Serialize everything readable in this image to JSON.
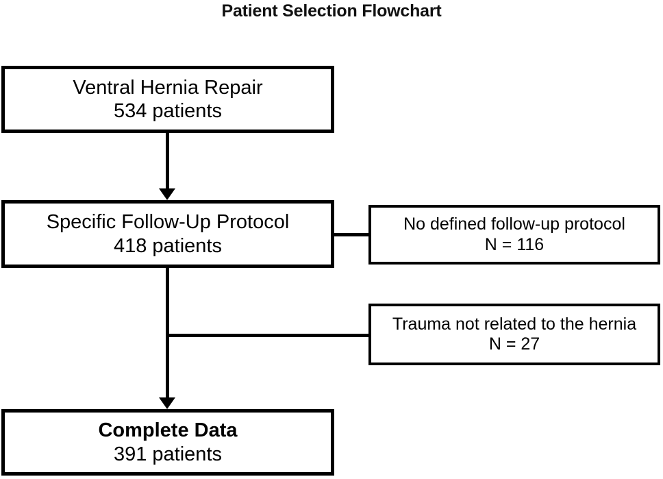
{
  "chart_data": {
    "type": "diagram",
    "title": "Patient Selection Flowchart",
    "nodes": [
      {
        "id": "n1",
        "line1": "Ventral Hernia Repair",
        "line2": "534 patients",
        "count": 534,
        "kind": "main"
      },
      {
        "id": "n2",
        "line1": "Specific Follow-Up Protocol",
        "line2": "418 patients",
        "count": 418,
        "kind": "main"
      },
      {
        "id": "e1",
        "line1": "No defined follow-up protocol",
        "line2": "N = 116",
        "count": 116,
        "kind": "exclusion"
      },
      {
        "id": "e2",
        "line1": "Trauma not related to the hernia",
        "line2": "N = 27",
        "count": 27,
        "kind": "exclusion"
      },
      {
        "id": "n3",
        "line1": "Complete Data",
        "line2": "391 patients",
        "count": 391,
        "kind": "main"
      }
    ],
    "edges": [
      {
        "from": "n1",
        "to": "n2",
        "arrow": true
      },
      {
        "from": "n2",
        "to": "e1",
        "arrow": false
      },
      {
        "from": "n2",
        "to": "e2",
        "arrow": false
      },
      {
        "from": "n2",
        "to": "n3",
        "arrow": true
      }
    ],
    "colors": {
      "stroke": "#000000",
      "fill": "#ffffff",
      "text": "#000000"
    }
  },
  "title": {
    "text": "Patient Selection Flowchart"
  },
  "nodes": {
    "enrolled": {
      "line1": "Ventral Hernia Repair",
      "line2": "534 patients"
    },
    "protocol": {
      "line1": "Specific Follow-Up Protocol",
      "line2": "418 patients"
    },
    "excluded_protocol": {
      "line1": "No defined follow-up protocol",
      "line2": "N = 116"
    },
    "excluded_trauma": {
      "line1": "Trauma not related to the hernia",
      "line2": "N = 27"
    },
    "complete": {
      "line1": "Complete Data",
      "line2": "391 patients"
    }
  }
}
